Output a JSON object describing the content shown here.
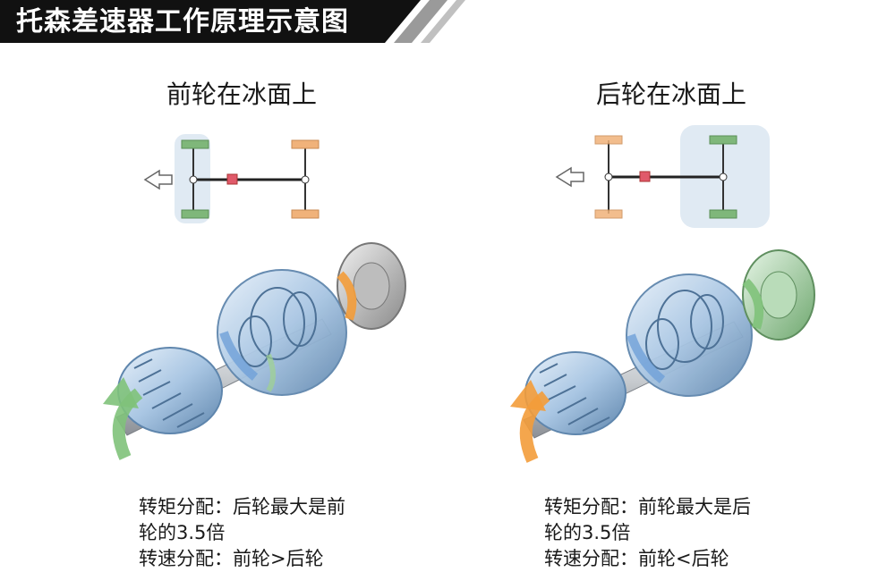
{
  "header": {
    "title": "托森差速器工作原理示意图",
    "bg_color": "#111111",
    "stripe_color": "#9a9a9a"
  },
  "panels": [
    {
      "title": "前轮在冰面上",
      "front_wheel_color": "#7fb77a",
      "rear_wheel_color": "#f0b27a",
      "input_arrow_color": "#7fc27a",
      "output_accent_color": "#f39c3a",
      "caption": {
        "line1": "转矩分配：后轮最大是前",
        "line2": "轮的3.5倍",
        "line3": "转速分配：前轮>后轮"
      }
    },
    {
      "title": "后轮在冰面上",
      "front_wheel_color": "#f0b27a",
      "rear_wheel_color": "#7fb77a",
      "input_arrow_color": "#f39c3a",
      "output_accent_color": "#7fc27a",
      "caption": {
        "line1": "转矩分配：前轮最大是后",
        "line2": "轮的3.5倍",
        "line3": "转速分配：前轮<后轮"
      }
    }
  ],
  "colors": {
    "ice": "#dde8f2",
    "gear_blue": "#a9c6e3",
    "diff_red": "#e05a6a",
    "shaft": "#333333"
  }
}
